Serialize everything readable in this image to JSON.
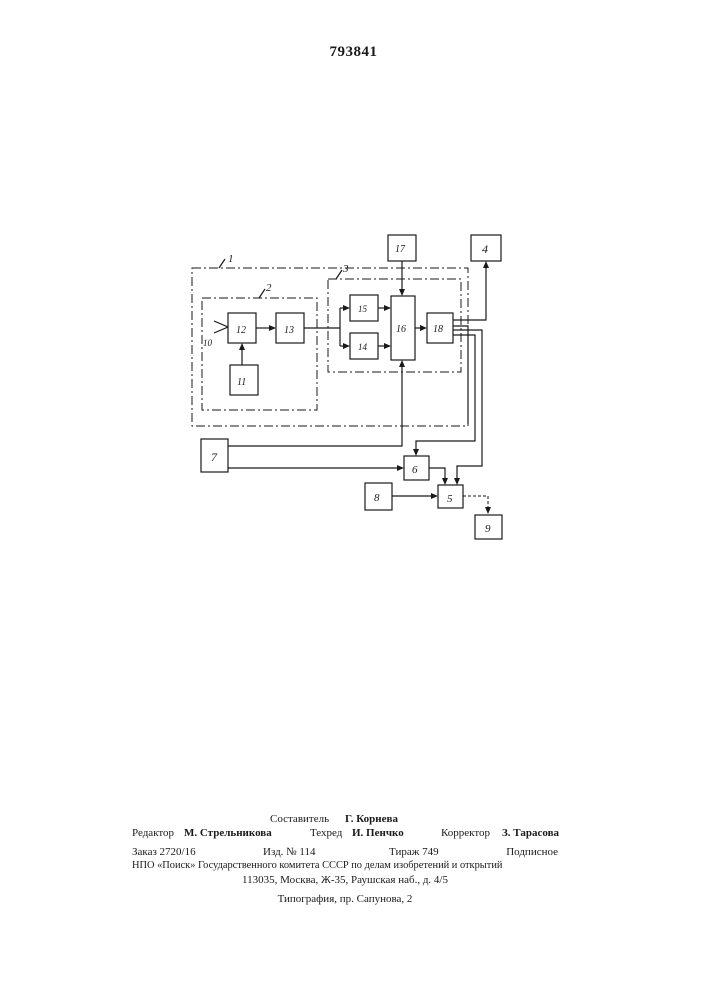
{
  "header": {
    "patent_number": "793841"
  },
  "diagram": {
    "labels": {
      "l1": "1",
      "l2": "2",
      "l3": "3",
      "l4": "4",
      "l5": "5",
      "l6": "6",
      "l7": "7",
      "l8": "8",
      "l9": "9",
      "l10": "10",
      "l11": "11",
      "l12": "12",
      "l13": "13",
      "l14": "14",
      "l15": "15",
      "l16": "16",
      "l17": "17",
      "l18": "18"
    }
  },
  "imprint": {
    "compiler_label": "Составитель",
    "compiler_name": "Г. Корнева",
    "editor_label": "Редактор",
    "editor_name": "М. Стрельникова",
    "techred_label": "Техред",
    "techred_name": "И. Пенчко",
    "corrector_label": "Корректор",
    "corrector_name": "З. Тарасова",
    "order": "Заказ 2720/16",
    "edition": "Изд. № 114",
    "circulation": "Тираж 749",
    "subscription": "Подписное",
    "org_line": "НПО «Поиск» Государственного комитета СССР по делам изобретений и открытий",
    "address_line": "113035, Москва, Ж-35, Раушская наб., д. 4/5",
    "printing_line": "Типография, пр. Сапунова, 2"
  }
}
